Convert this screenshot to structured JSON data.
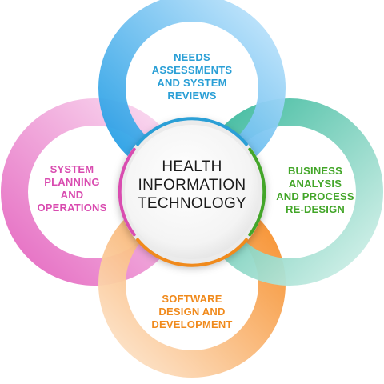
{
  "diagram": {
    "center": {
      "lines": [
        "HEALTH",
        "INFORMATION",
        "TECHNOLOGY"
      ]
    },
    "petals": [
      {
        "id": "top",
        "lines": [
          "NEEDS",
          "ASSESSMENTS",
          "AND SYSTEM",
          "REVIEWS"
        ],
        "color": "#2a9fd6",
        "ring_from": "#1e9be4",
        "ring_to": "#bfe3fb"
      },
      {
        "id": "right",
        "lines": [
          "BUSINESS",
          "ANALYSIS",
          "AND PROCESS",
          "RE-DESIGN"
        ],
        "color": "#43a629",
        "ring_from": "#3fbf9f",
        "ring_to": "#cdeee6"
      },
      {
        "id": "bottom",
        "lines": [
          "SOFTWARE",
          "DESIGN AND",
          "DEVELOPMENT"
        ],
        "color": "#f08a1c",
        "ring_from": "#f7922e",
        "ring_to": "#fde0c2"
      },
      {
        "id": "left",
        "lines": [
          "SYSTEM",
          "PLANNING",
          "AND",
          "OPERATIONS"
        ],
        "color": "#d94cb0",
        "ring_from": "#e86cc3",
        "ring_to": "#f9d6ee"
      }
    ],
    "center_arc_colors": {
      "top": "#2a9fd6",
      "right": "#43a629",
      "bottom": "#f08a1c",
      "left": "#d94cb0"
    }
  }
}
